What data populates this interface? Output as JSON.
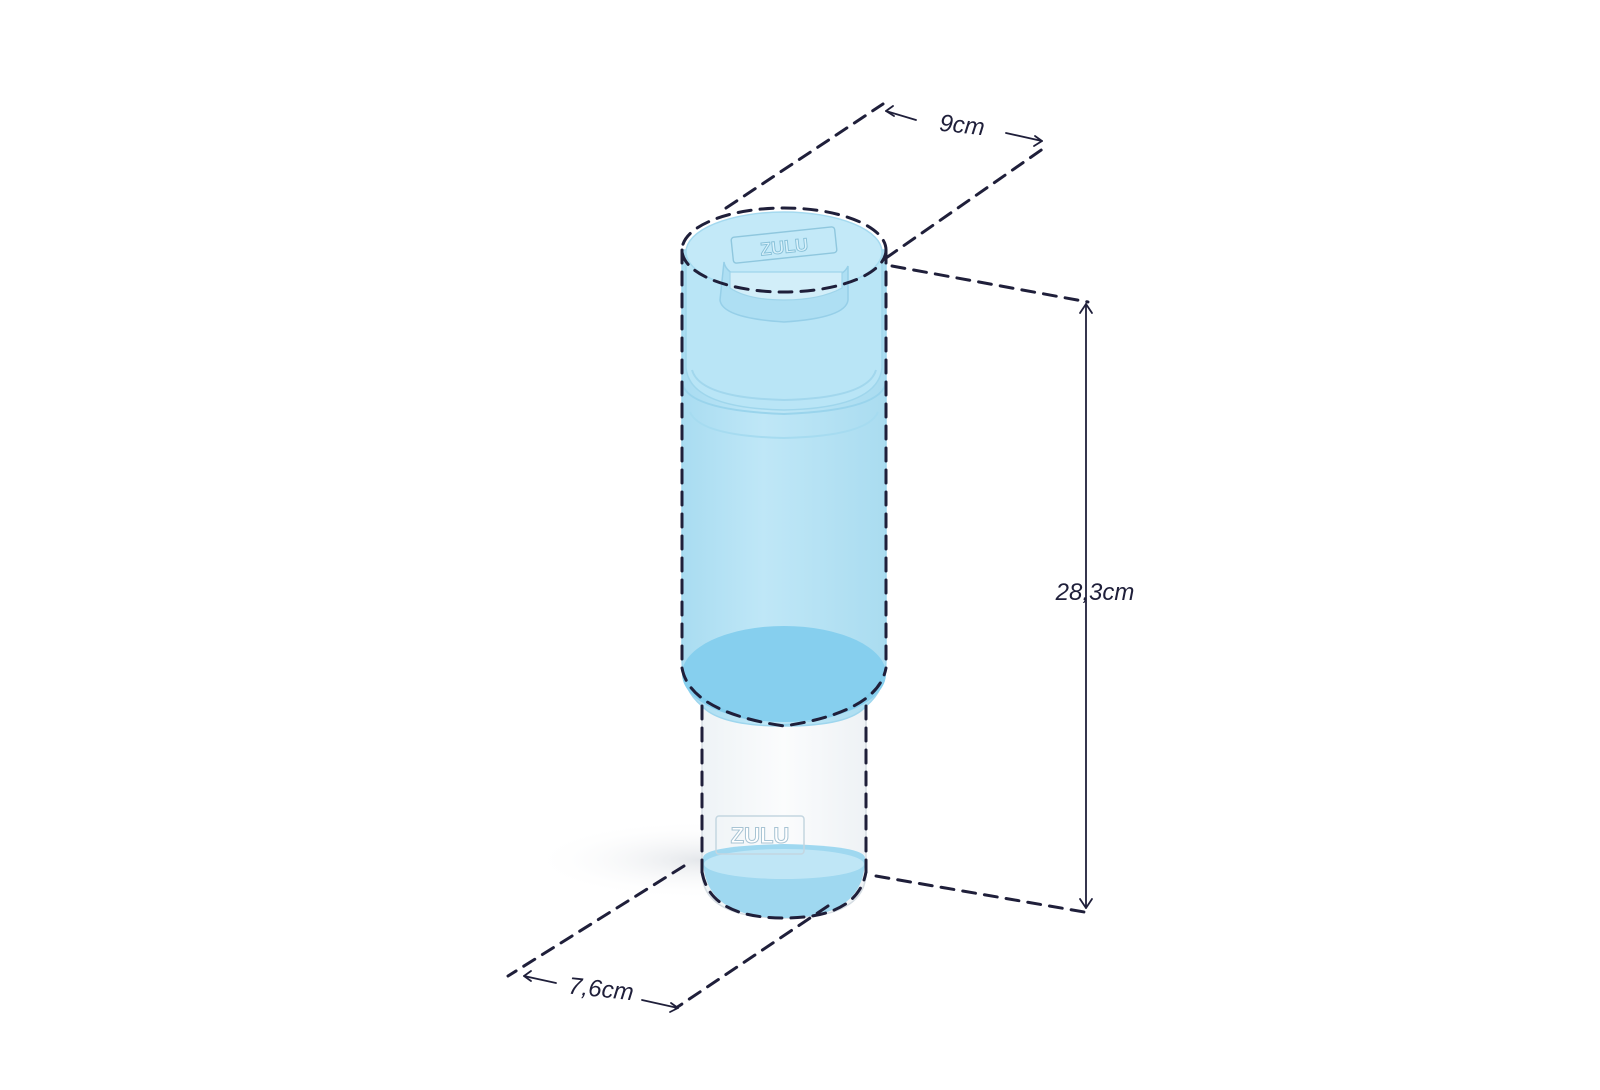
{
  "dimensions": {
    "top_width": "9cm",
    "height": "28,3cm",
    "bottom_width": "7,6cm"
  },
  "logo_text": "ZULU",
  "colors": {
    "background": "#ffffff",
    "bottle_body": "#b7e4f5",
    "bottle_liquid": "#86cfee",
    "bottle_edge": "#9ad4ec",
    "dimension_line": "#1f1f3a"
  }
}
